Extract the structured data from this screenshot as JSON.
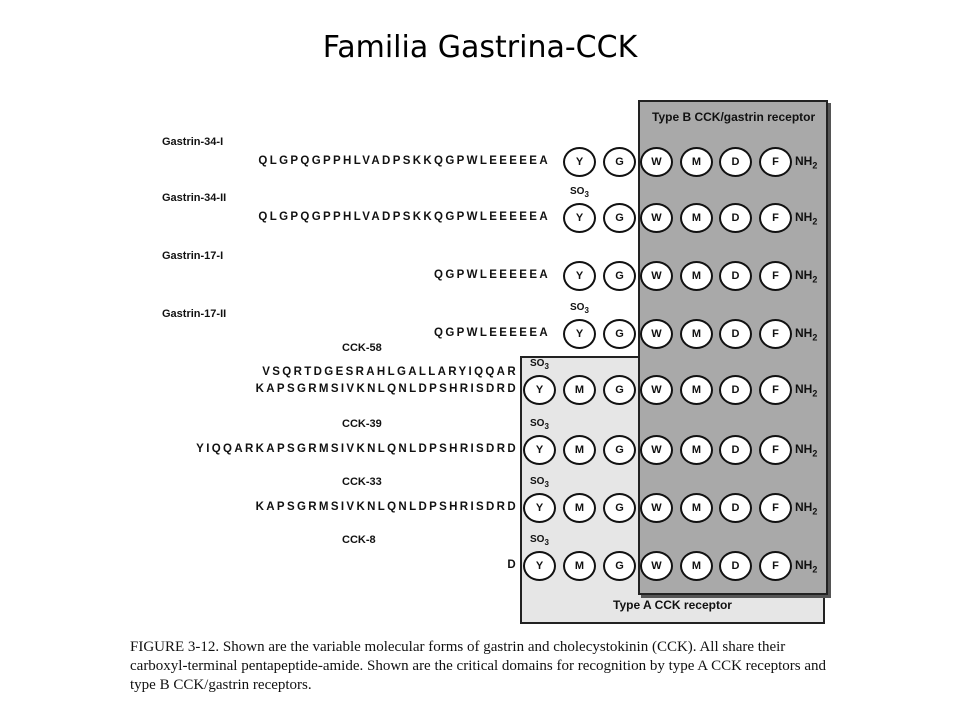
{
  "slide_title": "Familia Gastrina-CCK",
  "figure": {
    "receptor_b_label": "Type B CCK/gastrin receptor",
    "receptor_a_label": "Type A CCK receptor",
    "sulfate_label": "SO",
    "sulfate_subscript": "3",
    "amide_label": "NH",
    "amide_subscript": "2",
    "peptides": [
      {
        "name": "Gastrin-34-I",
        "sequence_lines": [
          "QLGPQGPPHLVADPSKKQGPWLEEEEEA"
        ],
        "sulfated": false,
        "residues": [
          "Y",
          "G",
          "W",
          "M",
          "D",
          "F"
        ]
      },
      {
        "name": "Gastrin-34-II",
        "sequence_lines": [
          "QLGPQGPPHLVADPSKKQGPWLEEEEEA"
        ],
        "sulfated": true,
        "residues": [
          "Y",
          "G",
          "W",
          "M",
          "D",
          "F"
        ]
      },
      {
        "name": "Gastrin-17-I",
        "sequence_lines": [
          "QGPWLEEEEEA"
        ],
        "sulfated": false,
        "residues": [
          "Y",
          "G",
          "W",
          "M",
          "D",
          "F"
        ]
      },
      {
        "name": "Gastrin-17-II",
        "sequence_lines": [
          "QGPWLEEEEEA"
        ],
        "sulfated": true,
        "residues": [
          "Y",
          "G",
          "W",
          "M",
          "D",
          "F"
        ]
      },
      {
        "name": "CCK-58",
        "sequence_lines": [
          "VSQRTDGESRAHLGALLARYIQQAR",
          "KAPSGRMSIVKNLQNLDPSHRISDRD"
        ],
        "sulfated": true,
        "residues": [
          "Y",
          "M",
          "G",
          "W",
          "M",
          "D",
          "F"
        ]
      },
      {
        "name": "CCK-39",
        "sequence_lines": [
          "YIQQARKAPSGRMSIVKNLQNLDPSHRISDRD"
        ],
        "sulfated": true,
        "residues": [
          "Y",
          "M",
          "G",
          "W",
          "M",
          "D",
          "F"
        ]
      },
      {
        "name": "CCK-33",
        "sequence_lines": [
          "KAPSGRMSIVKNLQNLDPSHRISDRD"
        ],
        "sulfated": true,
        "residues": [
          "Y",
          "M",
          "G",
          "W",
          "M",
          "D",
          "F"
        ]
      },
      {
        "name": "CCK-8",
        "sequence_lines": [
          "D"
        ],
        "sulfated": true,
        "residues": [
          "Y",
          "M",
          "G",
          "W",
          "M",
          "D",
          "F"
        ]
      }
    ],
    "caption": "FIGURE 3-12. Shown are the variable molecular forms of gastrin and cholecystokinin (CCK). All share their carboxyl-terminal pentapeptide-amide. Shown are the critical domains for recognition by type A CCK receptors and type B CCK/gastrin receptors."
  }
}
